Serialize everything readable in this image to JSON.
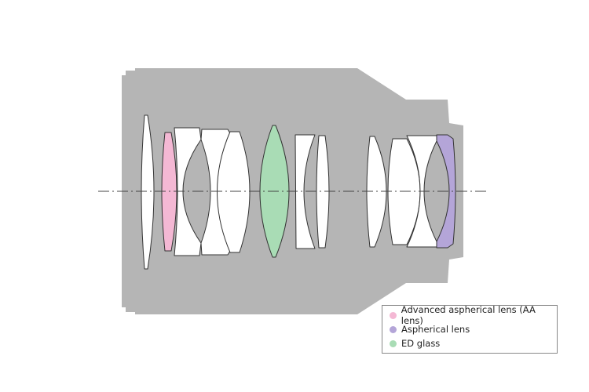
{
  "colors": {
    "body": "#b5b5b5",
    "aa_lens": "#f4b8d4",
    "aspherical": "#b4a5d8",
    "ed_glass": "#a9dcb5"
  },
  "legend": {
    "items": [
      {
        "label": "Advanced aspherical lens (AA lens)",
        "color": "#f4b8d4"
      },
      {
        "label": "Aspherical lens",
        "color": "#b4a5d8"
      },
      {
        "label": "ED glass",
        "color": "#a9dcb5"
      }
    ]
  }
}
